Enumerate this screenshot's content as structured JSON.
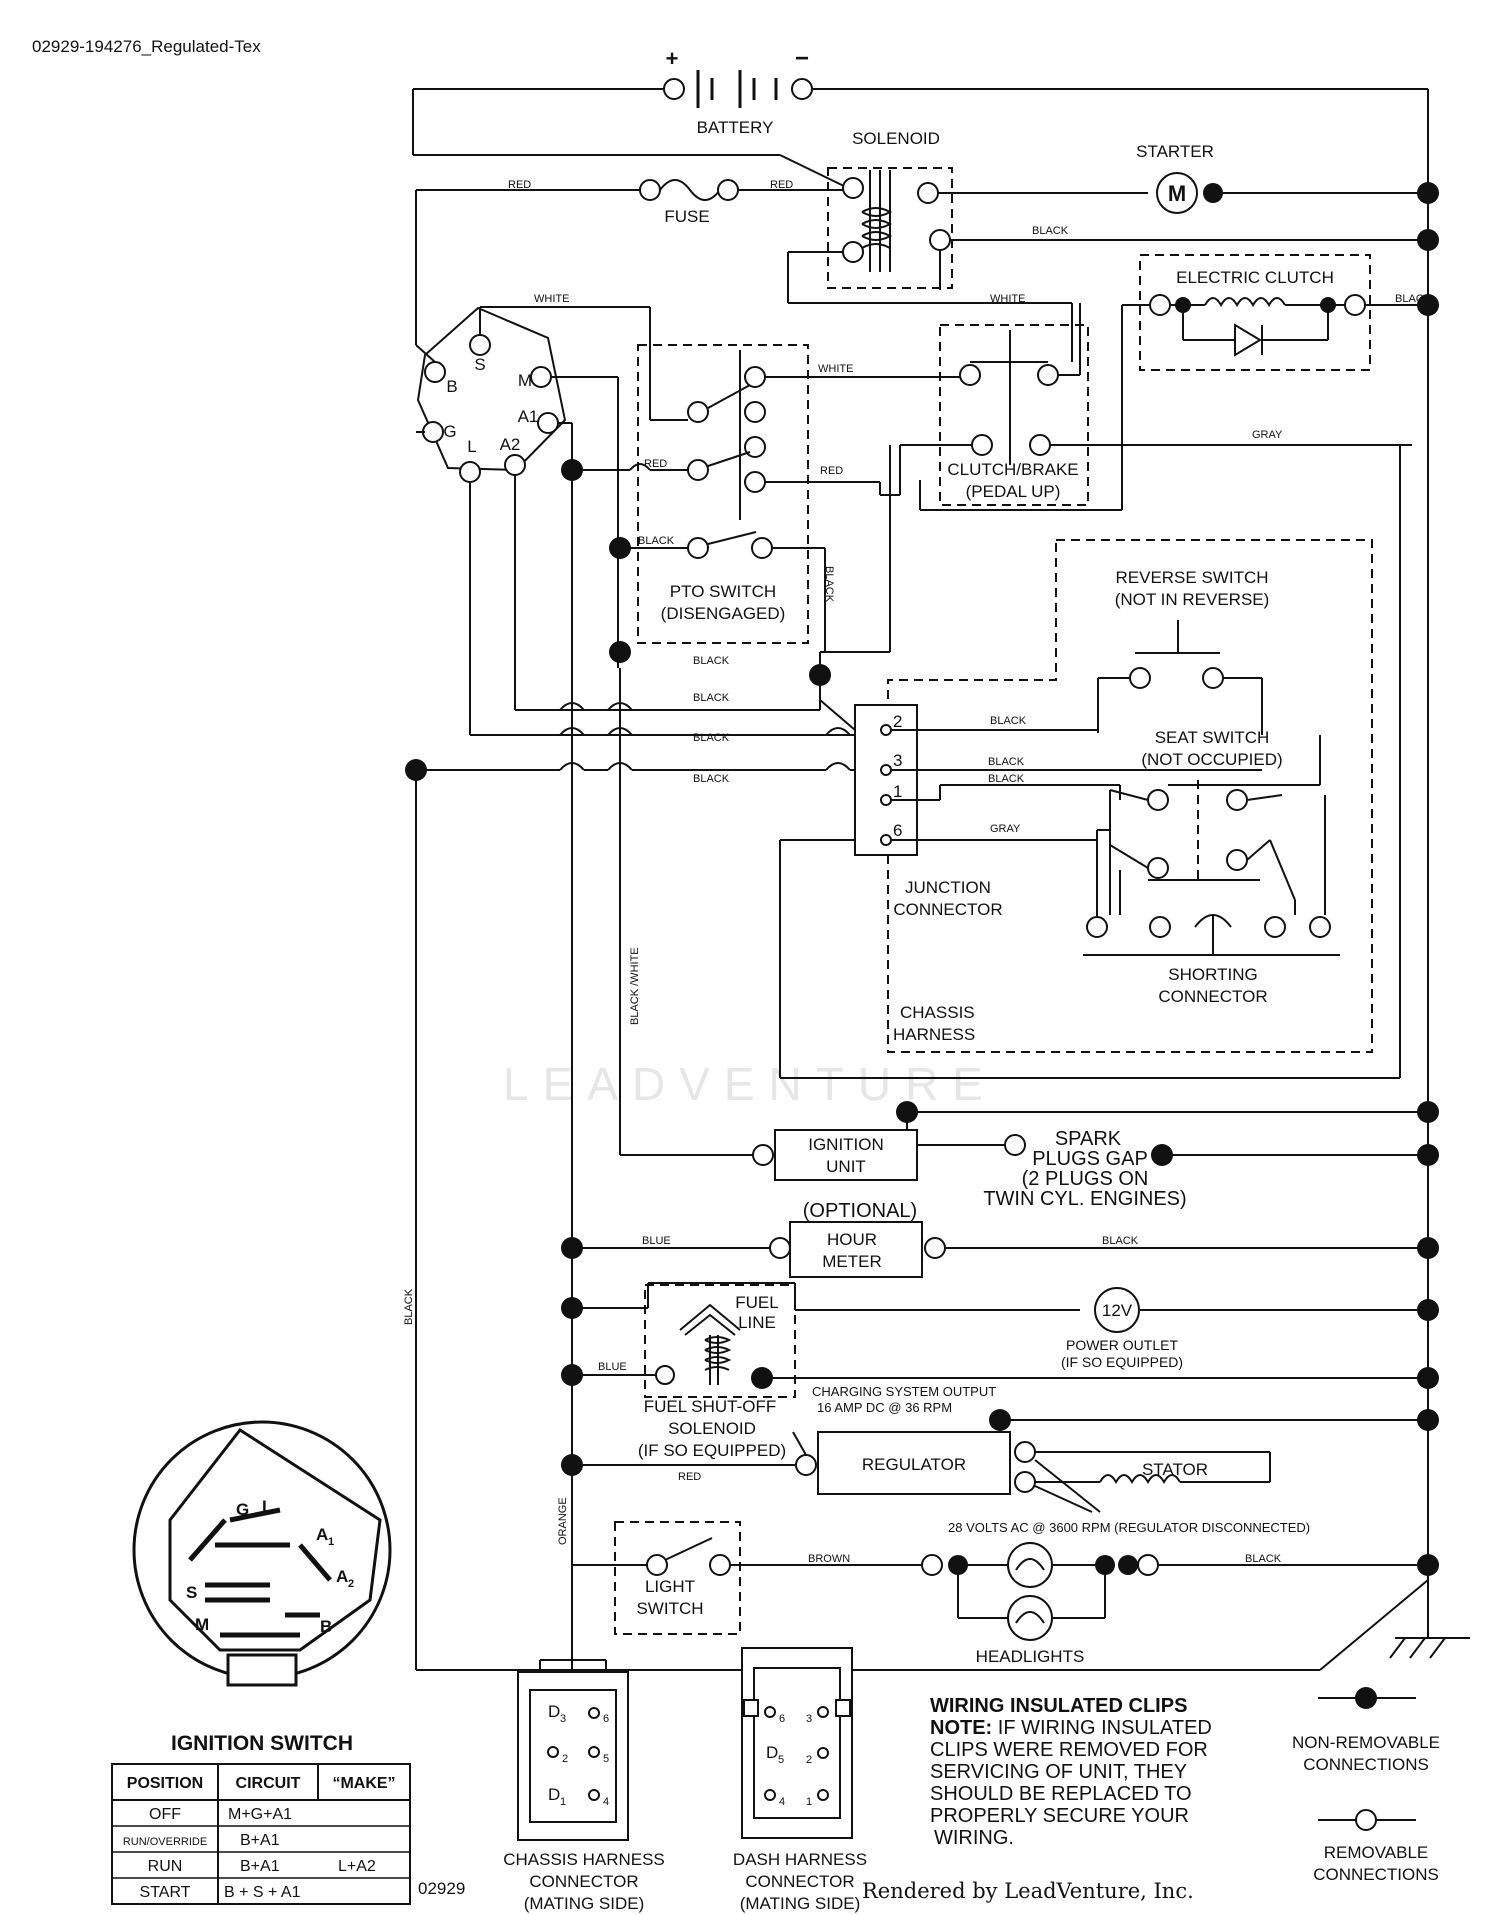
{
  "doc_id": "02929-194276_Regulated-Tex",
  "labels": {
    "battery": "BATTERY",
    "solenoid": "SOLENOID",
    "starter": "STARTER",
    "fuse": "FUSE",
    "electric_clutch": "ELECTRIC CLUTCH",
    "clutch_brake": "CLUTCH/BRAKE",
    "clutch_brake_sub": "(PEDAL UP)",
    "pto_switch": "PTO SWITCH",
    "pto_switch_sub": "(DISENGAGED)",
    "reverse_switch": "REVERSE SWITCH",
    "reverse_switch_sub": "(NOT IN REVERSE)",
    "seat_switch": "SEAT SWITCH",
    "seat_switch_sub": "(NOT OCCUPIED)",
    "junction_connector_1": "JUNCTION",
    "junction_connector_2": "CONNECTOR",
    "shorting_connector_1": "SHORTING",
    "shorting_connector_2": "CONNECTOR",
    "chassis_harness_1": "CHASSIS",
    "chassis_harness_2": "HARNESS",
    "ignition_unit_1": "IGNITION",
    "ignition_unit_2": "UNIT",
    "spark_1": "SPARK",
    "spark_2": "PLUGS GAP",
    "spark_3": "(2 PLUGS ON",
    "spark_4": "TWIN CYL. ENGINES)",
    "optional": "(OPTIONAL)",
    "hour_meter_1": "HOUR",
    "hour_meter_2": "METER",
    "fuel_line_1": "FUEL",
    "fuel_line_2": "LINE",
    "power_outlet_v": "12V",
    "power_outlet_1": "POWER OUTLET",
    "power_outlet_2": "(IF SO EQUIPPED)",
    "fuel_shutoff_1": "FUEL SHUT-OFF",
    "fuel_shutoff_2": "SOLENOID",
    "fuel_shutoff_3": "(IF SO EQUIPPED)",
    "charging_1": "CHARGING SYSTEM OUTPUT",
    "charging_2": "16 AMP DC @ 36 RPM",
    "regulator": "REGULATOR",
    "stator": "STATOR",
    "volts_ac": "28 VOLTS AC @ 3600 RPM (REGULATOR DISCONNECTED)",
    "light_switch_1": "LIGHT",
    "light_switch_2": "SWITCH",
    "headlights": "HEADLIGHTS",
    "ignition_switch_title": "IGNITION SWITCH",
    "chassis_conn_1": "CHASSIS HARNESS",
    "chassis_conn_2": "CONNECTOR",
    "chassis_conn_3": "(MATING SIDE)",
    "dash_conn_1": "DASH HARNESS",
    "dash_conn_2": "CONNECTOR",
    "dash_conn_3": "(MATING SIDE)",
    "clips_title": "WIRING INSULATED CLIPS",
    "clips_note_label": "NOTE:",
    "clips_note_1": " IF WIRING INSULATED",
    "clips_note_2": "CLIPS WERE REMOVED FOR",
    "clips_note_3": "SERVICING OF UNIT, THEY",
    "clips_note_4": "SHOULD BE REPLACED TO",
    "clips_note_5": "PROPERLY SECURE YOUR",
    "clips_note_6": "WIRING.",
    "non_removable_1": "NON-REMOVABLE",
    "non_removable_2": "CONNECTIONS",
    "removable_1": "REMOVABLE",
    "removable_2": "CONNECTIONS",
    "fig_number": "02929",
    "rendered_by": "Rendered by LeadVenture, Inc.",
    "watermark": "LEADVENTURE"
  },
  "terminals": {
    "b": "B",
    "s": "S",
    "m": "M",
    "a1": "A1",
    "g": "G",
    "l": "L",
    "a2": "A2",
    "j2": "2",
    "j3": "3",
    "j1": "1",
    "j6": "6",
    "plus": "+",
    "minus": "−",
    "motor": "M"
  },
  "wires": {
    "red": "RED",
    "white": "WHITE",
    "black": "BLACK",
    "gray": "GRAY",
    "blue": "BLUE",
    "black_white": "BLACK /WHITE",
    "orange": "ORANGE",
    "brown": "BROWN"
  },
  "ignition_face": {
    "g": "G",
    "l": "L",
    "a1": "A",
    "a1_sub": "1",
    "a2": "A",
    "a2_sub": "2",
    "s": "S",
    "m": "M",
    "b": "B"
  },
  "ignition_table": {
    "headers": [
      "POSITION",
      "CIRCUIT",
      "“MAKE”"
    ],
    "rows": [
      [
        "OFF",
        "M+G+A1",
        ""
      ],
      [
        "RUN/OVERRIDE",
        "B+A1",
        ""
      ],
      [
        "RUN",
        "B+A1",
        "L+A2"
      ],
      [
        "START",
        "B + S + A1",
        ""
      ]
    ]
  },
  "chassis_pins": {
    "d3": "D",
    "d3s": "3",
    "p6": "6",
    "p2": "2",
    "p5": "5",
    "d1": "D",
    "d1s": "1",
    "p4": "4"
  },
  "dash_pins": {
    "p6": "6",
    "p3": "3",
    "d5": "D",
    "d5s": "5",
    "p2": "2",
    "p4": "4",
    "p1": "1"
  }
}
